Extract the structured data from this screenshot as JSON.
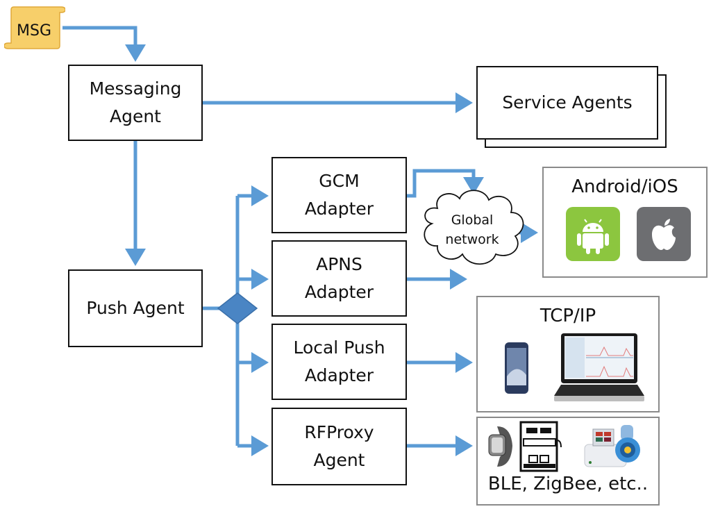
{
  "title": "Push notification architecture",
  "colors": {
    "arrow": "#5b9bd5",
    "box_border": "#111111",
    "panel_border": "#8a8a8a",
    "msg_fill": "#f7cf6a",
    "android_green": "#8cc63f",
    "apple_gray": "#6d6e71"
  },
  "msg": {
    "label": "MSG"
  },
  "nodes": {
    "messaging_agent": {
      "line1": "Messaging",
      "line2": "Agent"
    },
    "service_agents": {
      "label": "Service Agents"
    },
    "push_agent": {
      "label": "Push Agent"
    },
    "gcm_adapter": {
      "line1": "GCM",
      "line2": "Adapter"
    },
    "apns_adapter": {
      "line1": "APNS",
      "line2": "Adapter"
    },
    "local_push_adapter": {
      "line1": "Local Push",
      "line2": "Adapter"
    },
    "rfproxy_agent": {
      "line1": "RFProxy",
      "line2": "Agent"
    }
  },
  "cloud": {
    "line1": "Global",
    "line2": "network"
  },
  "targets": {
    "mobile": {
      "title": "Android/iOS",
      "icons": [
        "android-icon",
        "apple-icon"
      ]
    },
    "tcpip": {
      "title": "TCP/IP",
      "icons": [
        "smartphone-icon",
        "laptop-icon"
      ]
    },
    "rf": {
      "title": "BLE, ZigBee, etc..",
      "icons": [
        "smartwatch-icon",
        "coffee-machine-icon",
        "medical-device-icon"
      ]
    }
  }
}
